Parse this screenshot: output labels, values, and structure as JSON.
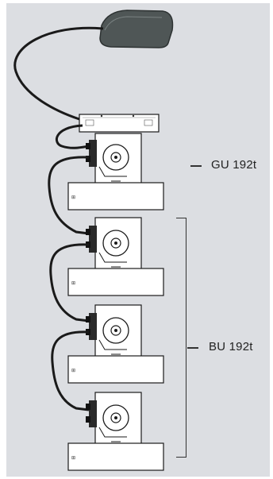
{
  "labels": {
    "gu": "GU 192t",
    "bu": "BU 192t"
  },
  "colors": {
    "background": "#dcdee2",
    "unit_fill": "#ffffff",
    "line": "#1a1a1a",
    "antenna": "#4f5656"
  },
  "units": [
    {
      "group": "gu"
    },
    {
      "group": "bu"
    },
    {
      "group": "bu"
    },
    {
      "group": "bu"
    }
  ]
}
